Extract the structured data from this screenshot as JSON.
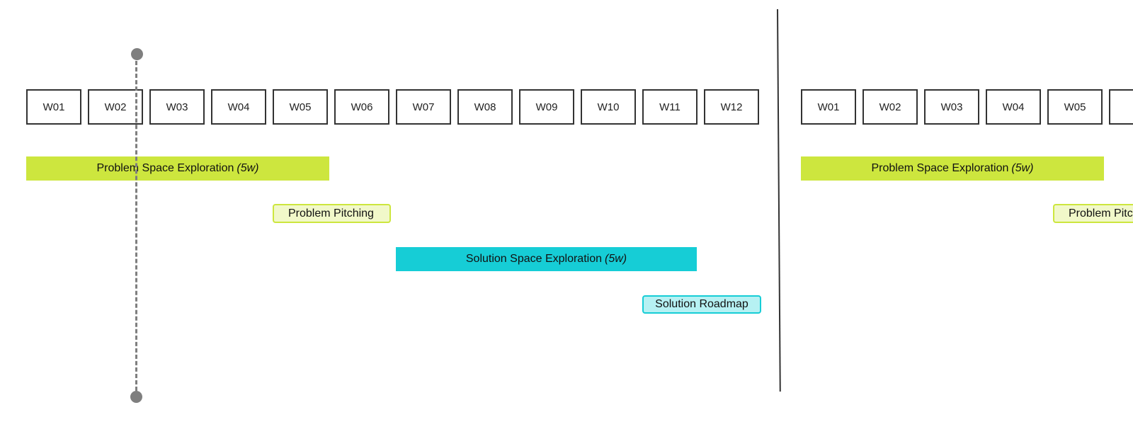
{
  "colors": {
    "problem_exploration": "#cde63e",
    "problem_pitching_fill": "#f1f8c9",
    "problem_pitching_border": "#cde63e",
    "solution_exploration": "#16cdd6",
    "solution_roadmap_fill": "#b6f1f3",
    "solution_roadmap_border": "#16cdd6",
    "marker": "#7f7f7f"
  },
  "timeline_1": {
    "weeks": [
      "W01",
      "W02",
      "W03",
      "W04",
      "W05",
      "W06",
      "W07",
      "W08",
      "W09",
      "W10",
      "W11",
      "W12"
    ],
    "problem_exploration": {
      "label": "Problem Space Exploration",
      "duration": "(5w)"
    },
    "problem_pitching": {
      "label": "Problem Pitching"
    },
    "solution_exploration": {
      "label": "Solution Space Exploration",
      "duration": "(5w)"
    },
    "solution_roadmap": {
      "label": "Solution Roadmap"
    }
  },
  "timeline_2": {
    "weeks": [
      "W01",
      "W02",
      "W03",
      "W04",
      "W05"
    ],
    "problem_exploration": {
      "label": "Problem Space Exploration",
      "duration": "(5w)"
    },
    "problem_pitching": {
      "label": "Problem Pitching"
    }
  }
}
